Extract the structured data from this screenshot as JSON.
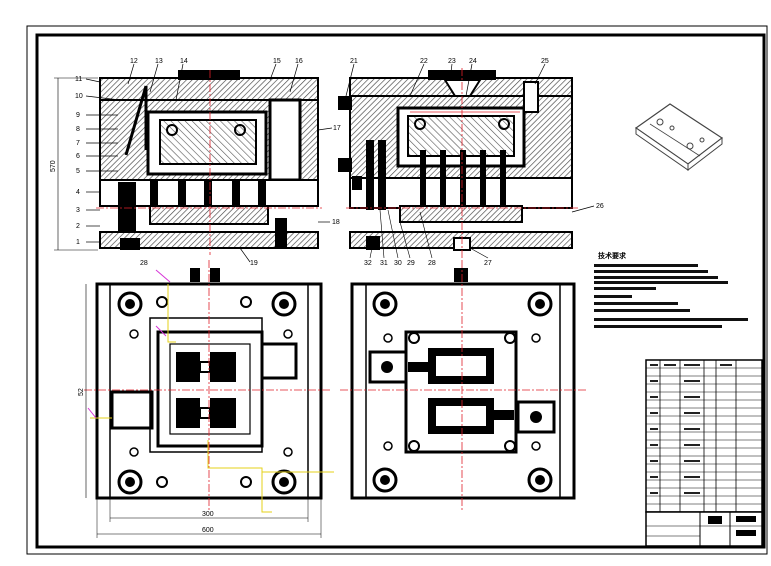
{
  "part_labels_left": [
    "11",
    "12",
    "13",
    "14",
    "15",
    "16",
    "10",
    "9",
    "8",
    "7",
    "6",
    "5",
    "4",
    "3",
    "2",
    "1",
    "17",
    "18",
    "28",
    "19"
  ],
  "part_labels_right": [
    "21",
    "22",
    "23",
    "24",
    "25",
    "26",
    "32",
    "31",
    "30",
    "29",
    "28",
    "27"
  ],
  "dimensions": {
    "overall_height": "570",
    "plan_height": "52",
    "inner_width": "300",
    "overall_width": "600"
  },
  "tech_requirements_title": "技术要求",
  "colors": {
    "outline": "#000000",
    "centerline": "#e0202a",
    "accent_magenta": "#d633d6",
    "accent_yellow": "#e6d21a",
    "section_hatch": "#555555"
  }
}
